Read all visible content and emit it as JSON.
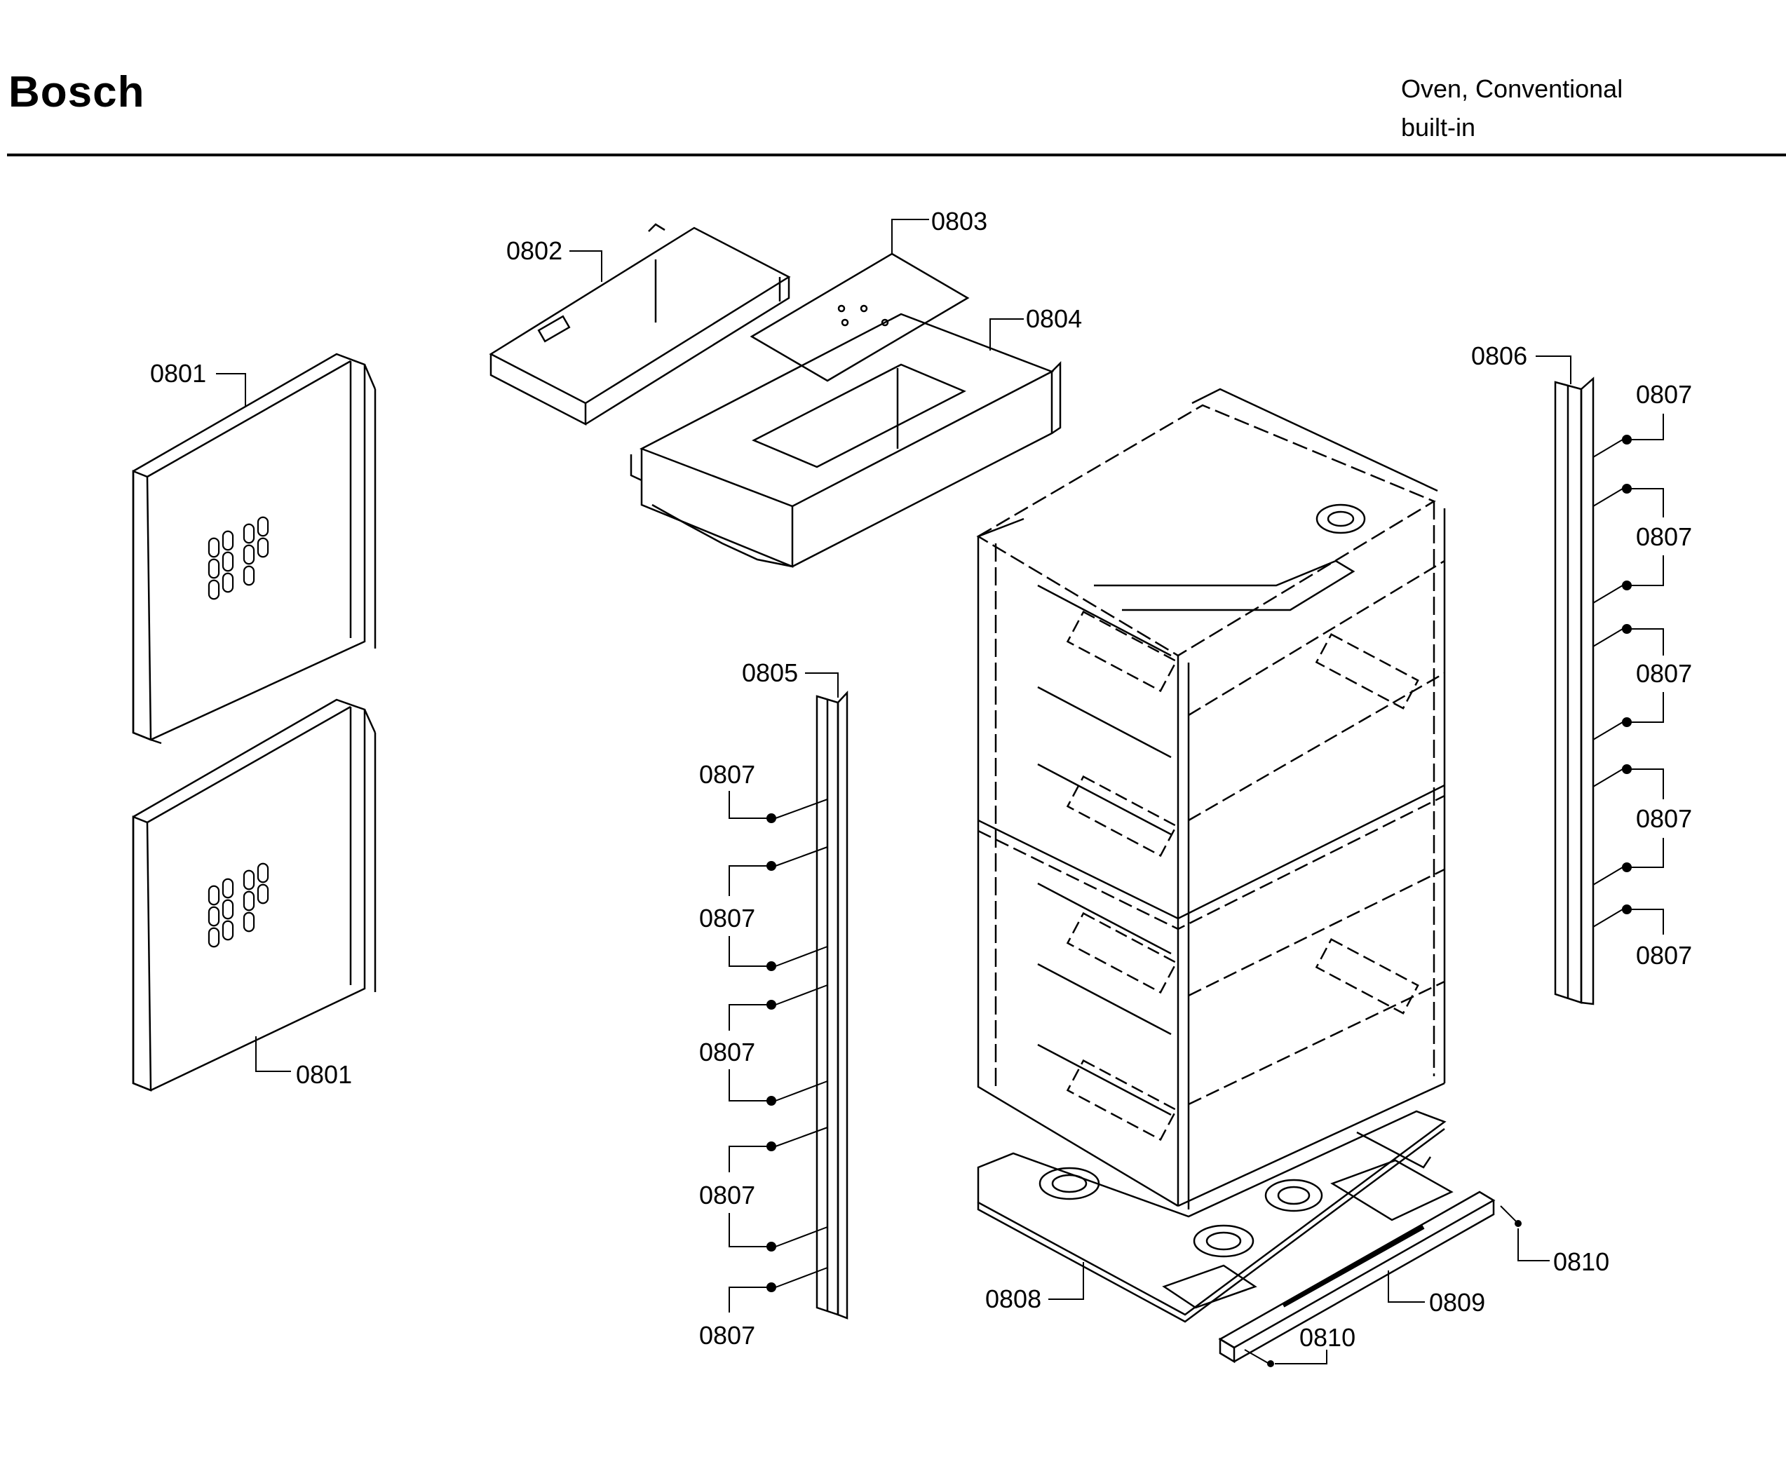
{
  "header": {
    "brand": "Bosch",
    "product_line1": "Oven, Conventional",
    "product_line2": "built-in"
  },
  "callouts": {
    "c0801_top": "0801",
    "c0801_bottom": "0801",
    "c0802": "0802",
    "c0803": "0803",
    "c0804": "0804",
    "c0805": "0805",
    "c0806": "0806",
    "c0807_l1": "0807",
    "c0807_l2": "0807",
    "c0807_l3": "0807",
    "c0807_l4": "0807",
    "c0807_l5": "0807",
    "c0807_r1": "0807",
    "c0807_r2": "0807",
    "c0807_r3": "0807",
    "c0807_r4": "0807",
    "c0807_r5": "0807",
    "c0808": "0808",
    "c0809": "0809",
    "c0810_right": "0810",
    "c0810_bottom": "0810"
  }
}
